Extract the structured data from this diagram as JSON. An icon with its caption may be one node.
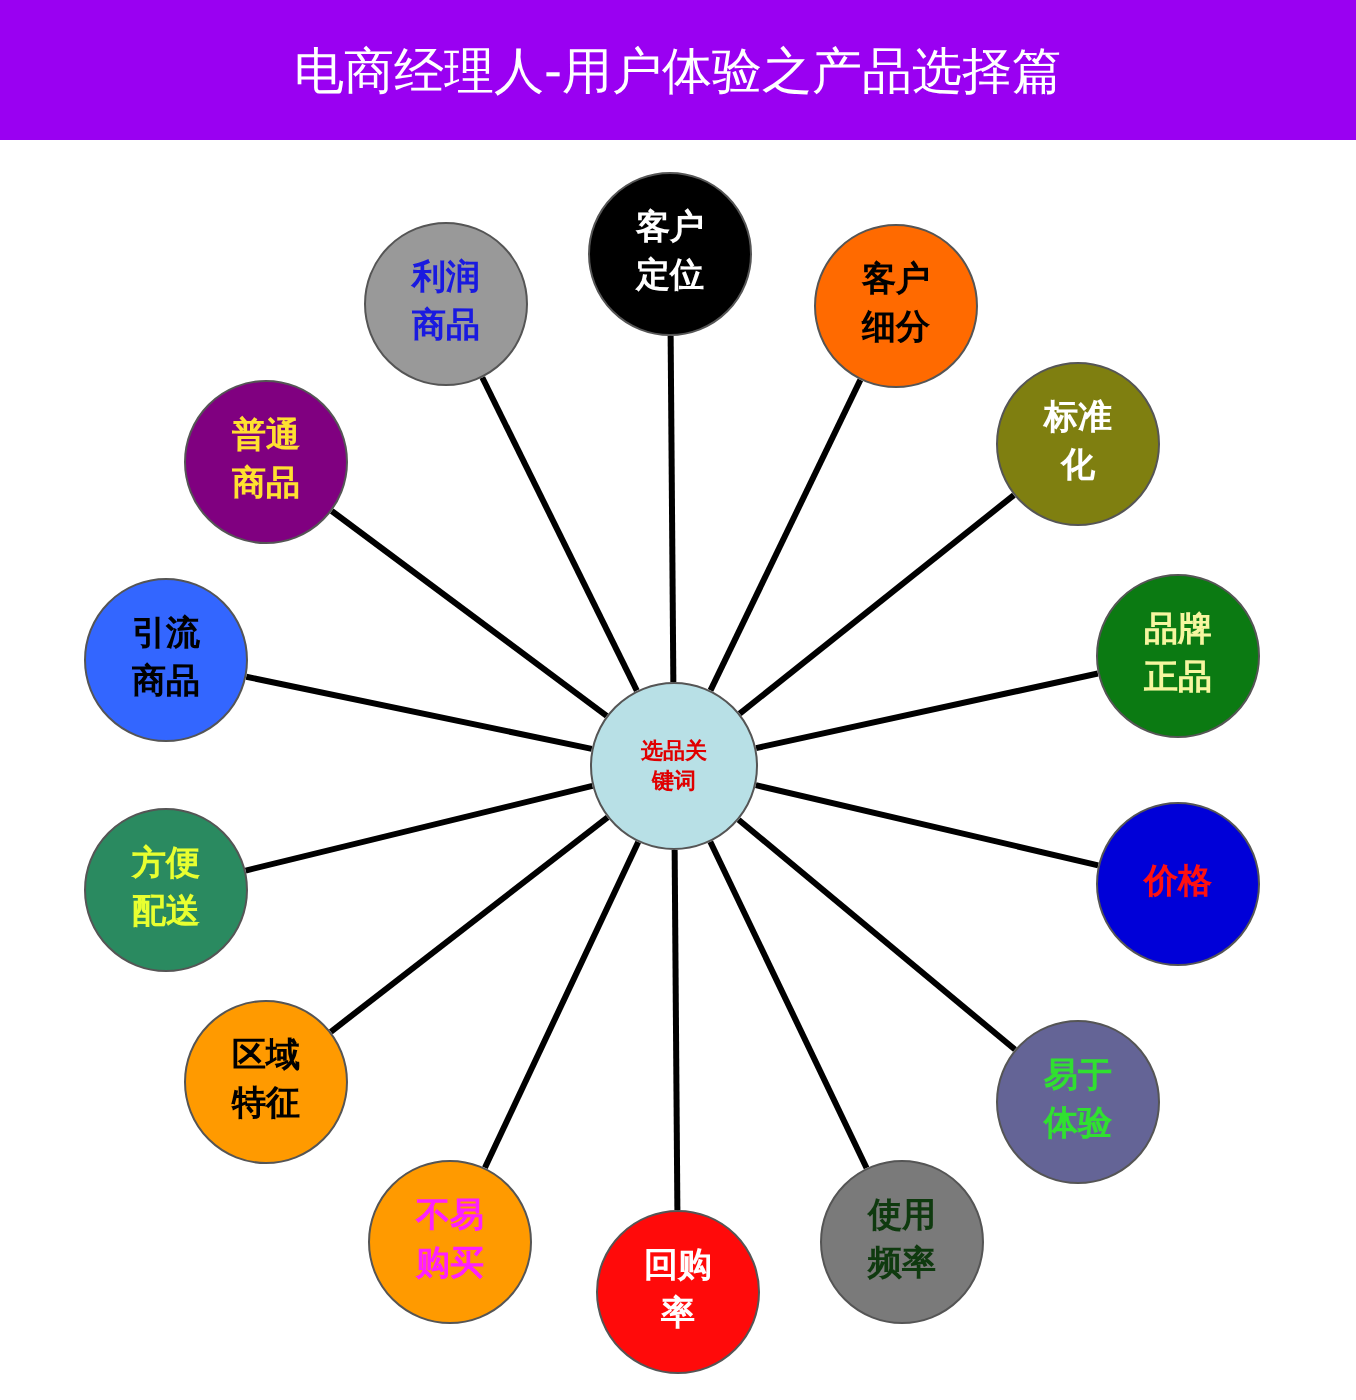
{
  "diagram": {
    "title": "电商经理人-用户体验之产品选择篇",
    "nodes": [
      {
        "text": [
          "选品关键词"
        ]
      },
      {
        "text": [
          "客户定位"
        ]
      },
      {
        "text": [
          "客户细分"
        ]
      },
      {
        "text": [
          "标准化"
        ]
      },
      {
        "text": [
          "品牌正品"
        ]
      },
      {
        "text": [
          "价格"
        ]
      },
      {
        "text": [
          "易于体验"
        ]
      },
      {
        "text": [
          "使用频率"
        ]
      },
      {
        "text": [
          "回购率"
        ]
      },
      {
        "text": [
          "不易购买"
        ]
      },
      {
        "text": [
          "区域特征"
        ]
      },
      {
        "text": [
          "方便配送"
        ]
      },
      {
        "text": [
          "引流商品"
        ]
      },
      {
        "text": [
          "普通商品"
        ]
      },
      {
        "text": [
          "利润商品"
        ]
      }
    ],
    "edges": [
      {
        "from": 0,
        "to": 1,
        "arrow": "none"
      },
      {
        "from": 0,
        "to": 2,
        "arrow": "none"
      },
      {
        "from": 0,
        "to": 3,
        "arrow": "none"
      },
      {
        "from": 0,
        "to": 4,
        "arrow": "none"
      },
      {
        "from": 0,
        "to": 5,
        "arrow": "none"
      },
      {
        "from": 0,
        "to": 6,
        "arrow": "none"
      },
      {
        "from": 0,
        "to": 7,
        "arrow": "none"
      },
      {
        "from": 0,
        "to": 8,
        "arrow": "none"
      },
      {
        "from": 0,
        "to": 9,
        "arrow": "none"
      },
      {
        "from": 0,
        "to": 10,
        "arrow": "none"
      },
      {
        "from": 0,
        "to": 11,
        "arrow": "none"
      },
      {
        "from": 0,
        "to": 12,
        "arrow": "none"
      },
      {
        "from": 0,
        "to": 13,
        "arrow": "none"
      },
      {
        "from": 0,
        "to": 14,
        "arrow": "none"
      }
    ]
  }
}
